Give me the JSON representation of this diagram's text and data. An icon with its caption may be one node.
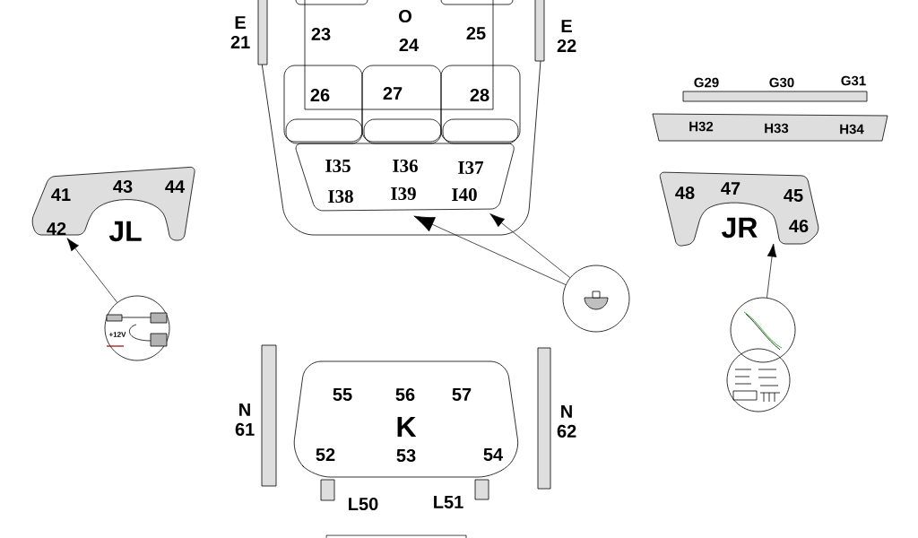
{
  "diagram": {
    "nodes": [
      {
        "text": [
          "O",
          "23",
          "24",
          "25"
        ]
      },
      {
        "text": [
          "26"
        ]
      },
      {
        "text": [
          "27"
        ]
      },
      {
        "text": [
          "28"
        ]
      },
      {
        "text": [
          "I35",
          "I36",
          "I37",
          "I38",
          "I39",
          "I40"
        ]
      },
      {
        "text": [
          "E 21"
        ]
      },
      {
        "text": [
          "E 22"
        ]
      },
      {
        "text": [
          "G29",
          "G30",
          "G31"
        ]
      },
      {
        "text": [
          "H32",
          "H33",
          "H34"
        ]
      },
      {
        "text": [
          "41",
          "43",
          "44",
          "42",
          "JL"
        ]
      },
      {
        "text": [
          "48",
          "47",
          "45",
          "46",
          "JR"
        ]
      },
      {
        "text": [
          "+12V"
        ]
      },
      {
        "text": [],
        "shape": "picture"
      },
      {
        "text": [],
        "shape": "picture"
      },
      {
        "text": [],
        "shape": "picture"
      },
      {
        "text": [
          "55",
          "56",
          "57",
          "K",
          "52",
          "53",
          "54"
        ]
      },
      {
        "text": [
          "L50"
        ]
      },
      {
        "text": [
          "L51"
        ]
      },
      {
        "text": [
          "N 61"
        ]
      },
      {
        "text": [
          "N 62"
        ]
      },
      {
        "text": [],
        "shape": "box"
      }
    ],
    "edges": [
      {
        "from": 11,
        "to": 9,
        "arrow": "to"
      },
      {
        "from": 12,
        "to": 4,
        "arrow": "to"
      },
      {
        "from": 12,
        "to": 4,
        "arrow": "to"
      },
      {
        "from": 13,
        "to": 10,
        "arrow": "to"
      }
    ]
  }
}
